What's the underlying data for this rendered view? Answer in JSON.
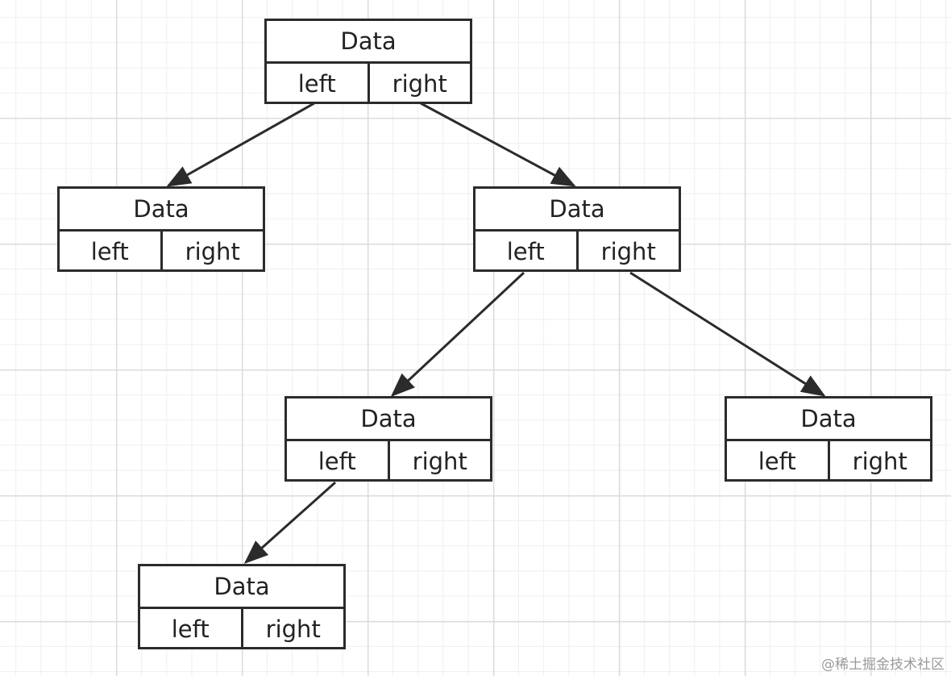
{
  "nodes": [
    {
      "id": "n1",
      "data": "Data",
      "left": "left",
      "right": "right"
    },
    {
      "id": "n2",
      "data": "Data",
      "left": "left",
      "right": "right"
    },
    {
      "id": "n3",
      "data": "Data",
      "left": "left",
      "right": "right"
    },
    {
      "id": "n4",
      "data": "Data",
      "left": "left",
      "right": "right"
    },
    {
      "id": "n5",
      "data": "Data",
      "left": "left",
      "right": "right"
    },
    {
      "id": "n6",
      "data": "Data",
      "left": "left",
      "right": "right"
    }
  ],
  "edges": [
    {
      "from": "n1",
      "side": "left",
      "to": "n2"
    },
    {
      "from": "n1",
      "side": "right",
      "to": "n3"
    },
    {
      "from": "n3",
      "side": "left",
      "to": "n4"
    },
    {
      "from": "n3",
      "side": "right",
      "to": "n5"
    },
    {
      "from": "n4",
      "side": "left",
      "to": "n6"
    }
  ],
  "watermark": "@稀土掘金技术社区"
}
